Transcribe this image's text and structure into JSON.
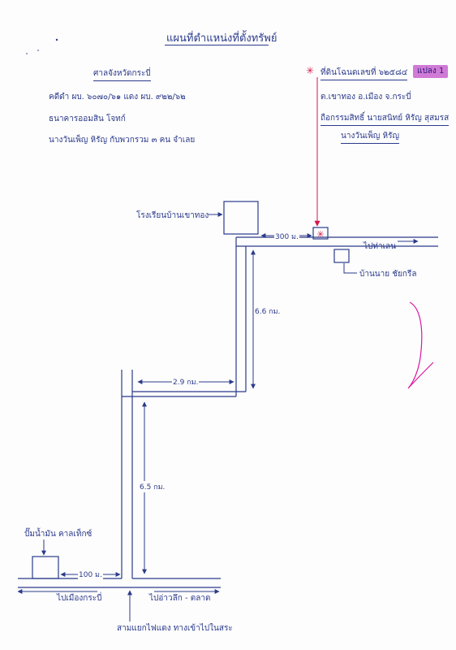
{
  "title": "แผนที่ตำแหน่งที่ตั้งทรัพย์",
  "court_info": {
    "court": "ศาลจังหวัดกระบี่",
    "case_numbers": "คดีดำ ผบ. ๖๐๗๐/๖๑   แดง ผบ. ๙๒๒/๖๒",
    "parties": "ธนาคารออมสิน              โจทก์",
    "defendant": "นางวันเพ็ญ  หิรัญ  กับพวกรวม ๓ คน    จำเลย"
  },
  "parcel_info": {
    "marker": "✳",
    "deed": "ที่ดินโฉนดเลขที่  ๖๒๕๘๔",
    "plot": "แปลง 1",
    "location": "ต.เขาทอง  อ.เมือง  จ.กระบี่",
    "owner_line1": "ถือกรรมสิทธิ์  นายสนิทย์  หิรัญ  สุสมรส",
    "owner_line2": "นางวันเพ็ญ  หิรัญ"
  },
  "landmarks": {
    "school": "โรงเรียนบ้านเขาทอง",
    "house": "บ้านนาย ชัยกรีล",
    "gas_station": "ปั๊มน้ำมัน คาลเท็กซ์",
    "to_tha_len": "ไปท่าเลน",
    "to_krabi": "ไปเมืองกระบี่",
    "to_ao_luek": "ไปอ่าวลึก - ตลาด",
    "junction": "สามแยกไฟแดง ทางเข้าไปในสระ"
  },
  "distances": {
    "d_300": "300 ม.",
    "d_6_6": "6.6 กม.",
    "d_2_9": "2.9 กม.",
    "d_6_5": "6.5 กม.",
    "d_100": "100 ม."
  }
}
